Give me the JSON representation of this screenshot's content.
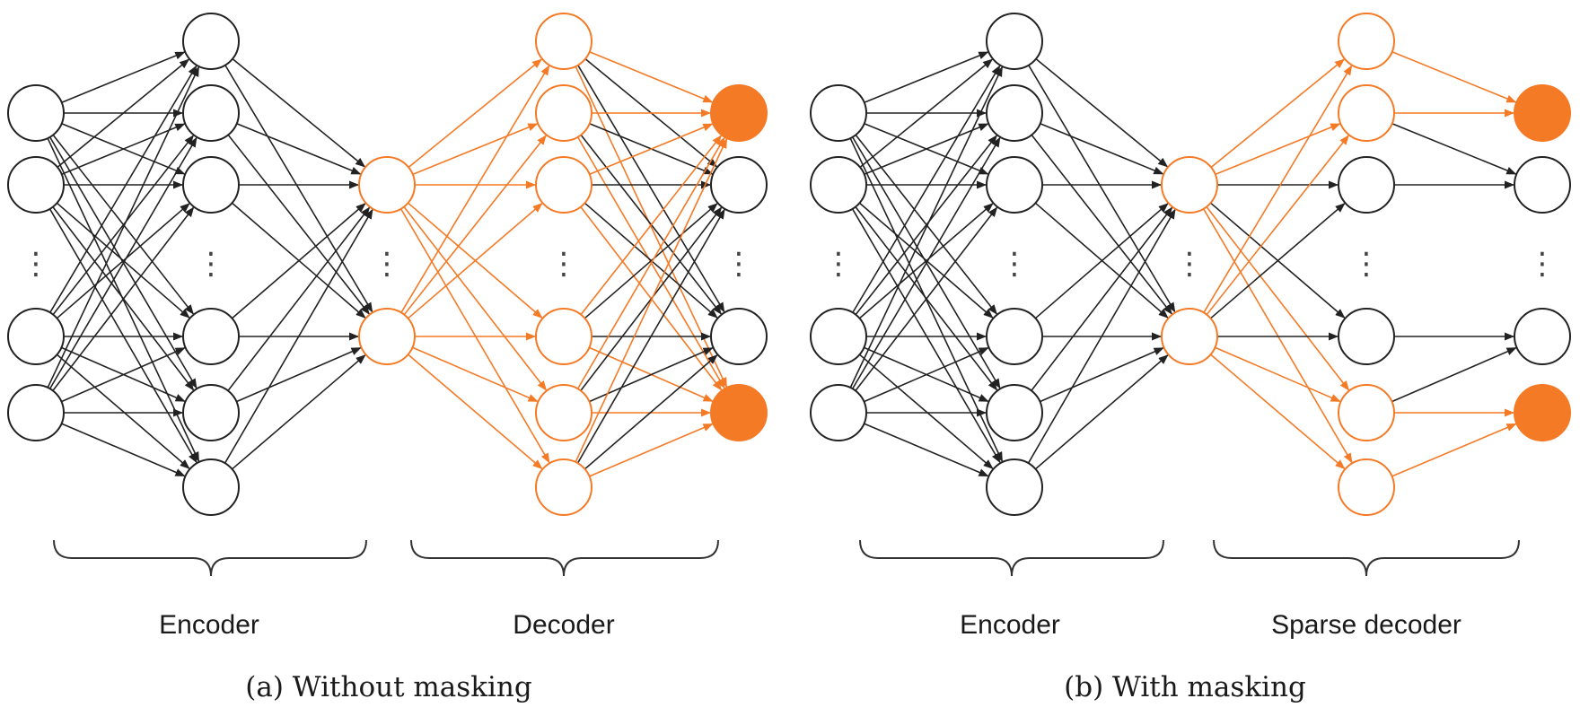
{
  "colors": {
    "black": "#222222",
    "orange": "#F47A26",
    "orange_fill": "#F47A26",
    "background": "#ffffff"
  },
  "panels": [
    {
      "encoder_label": "Encoder",
      "decoder_label": "Decoder",
      "caption": "(a) Without masking",
      "masked": false
    },
    {
      "encoder_label": "Encoder",
      "decoder_label": "Sparse decoder",
      "caption": "(b) With masking",
      "masked": true
    }
  ],
  "network": {
    "layers": [
      {
        "name": "input",
        "nodes": 4,
        "color": "black"
      },
      {
        "name": "encoder-hidden",
        "nodes": 6,
        "color": "black"
      },
      {
        "name": "latent",
        "nodes": 2,
        "color": "orange"
      },
      {
        "name": "decoder-hidden",
        "nodes": 6,
        "color": "orange"
      },
      {
        "name": "output",
        "nodes": 4,
        "color": "black",
        "filled_orange": [
          0,
          3
        ]
      }
    ],
    "ellipsis": "⋮"
  }
}
